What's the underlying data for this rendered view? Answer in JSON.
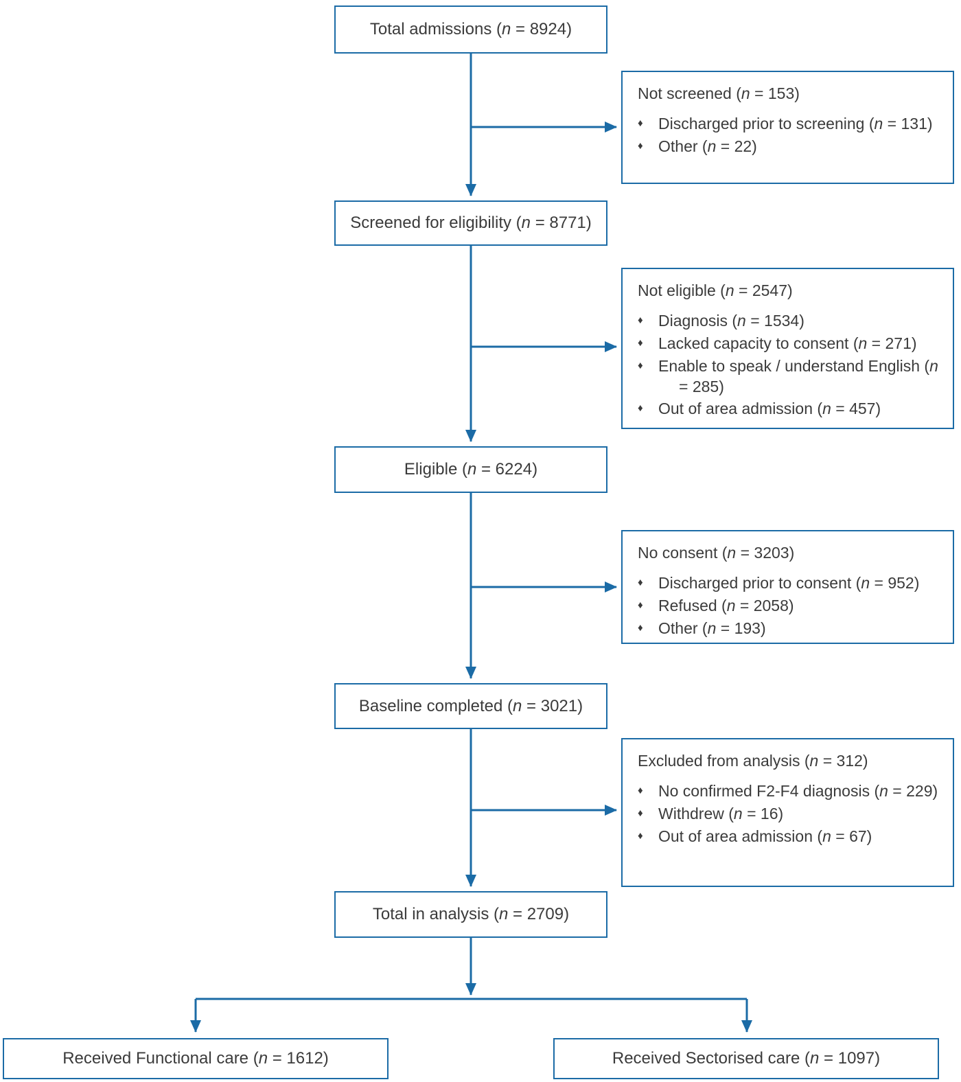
{
  "colors": {
    "accent": "#1b6ba6",
    "text": "#3b3b3b"
  },
  "bullet_glyph": "♦",
  "main_flow": [
    {
      "label": "Total admissions (n = 8924)"
    },
    {
      "label": "Screened for eligibility (n = 8771)"
    },
    {
      "label": "Eligible (n = 6224)"
    },
    {
      "label": "Baseline completed (n = 3021)"
    },
    {
      "label": "Total in analysis (n = 2709)"
    }
  ],
  "exclusions": [
    {
      "title": "Not screened (n = 153)",
      "items": [
        "Discharged prior to screening (n = 131)",
        "Other (n = 22)"
      ]
    },
    {
      "title": "Not eligible (n = 2547)",
      "items": [
        "Diagnosis (n = 1534)",
        "Lacked capacity to consent (n = 271)",
        "Enable to speak / understand English (n = 285)",
        "Out of area admission (n = 457)"
      ]
    },
    {
      "title": "No consent (n = 3203)",
      "items": [
        "Discharged prior to consent (n = 952)",
        "Refused (n = 2058)",
        "Other (n = 193)"
      ]
    },
    {
      "title": "Excluded from analysis (n = 312)",
      "items": [
        "No confirmed F2-F4 diagnosis (n = 229)",
        "Withdrew (n = 16)",
        "Out of area admission (n = 67)"
      ]
    }
  ],
  "outcomes": [
    {
      "label": "Received Functional care (n = 1612)"
    },
    {
      "label": "Received Sectorised care (n = 1097)"
    }
  ]
}
